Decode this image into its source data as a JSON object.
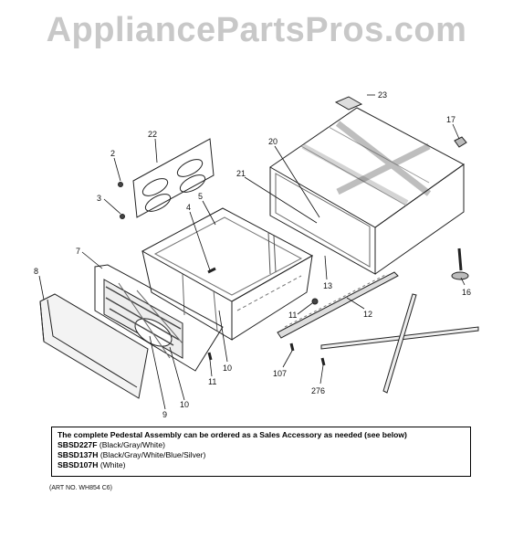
{
  "watermark": "AppliancePartsPros.com",
  "callouts": [
    {
      "id": "c23",
      "label": "23"
    },
    {
      "id": "c17",
      "label": "17"
    },
    {
      "id": "c22",
      "label": "22"
    },
    {
      "id": "c20",
      "label": "20"
    },
    {
      "id": "c2",
      "label": "2"
    },
    {
      "id": "c21",
      "label": "21"
    },
    {
      "id": "c5",
      "label": "5"
    },
    {
      "id": "c3",
      "label": "3"
    },
    {
      "id": "c4",
      "label": "4"
    },
    {
      "id": "c7",
      "label": "7"
    },
    {
      "id": "c8",
      "label": "8"
    },
    {
      "id": "c16",
      "label": "16"
    },
    {
      "id": "c13",
      "label": "13"
    },
    {
      "id": "c11a",
      "label": "11"
    },
    {
      "id": "c12",
      "label": "12"
    },
    {
      "id": "c10a",
      "label": "10"
    },
    {
      "id": "c11b",
      "label": "11"
    },
    {
      "id": "c107",
      "label": "107"
    },
    {
      "id": "c9",
      "label": "9"
    },
    {
      "id": "c10b",
      "label": "10"
    },
    {
      "id": "c276",
      "label": "276"
    }
  ],
  "note": {
    "line1": "The complete Pedestal Assembly can be ordered as a Sales Accessory as needed (see below)",
    "models": [
      {
        "code": "SBSD227F",
        "colors": "(Black/Gray/White)"
      },
      {
        "code": "SBSD137H",
        "colors": "(Black/Gray/White/Blue/Silver)"
      },
      {
        "code": "SBSD107H",
        "colors": "(White)"
      }
    ]
  },
  "art_no": "(ART NO. WH854 C6)"
}
